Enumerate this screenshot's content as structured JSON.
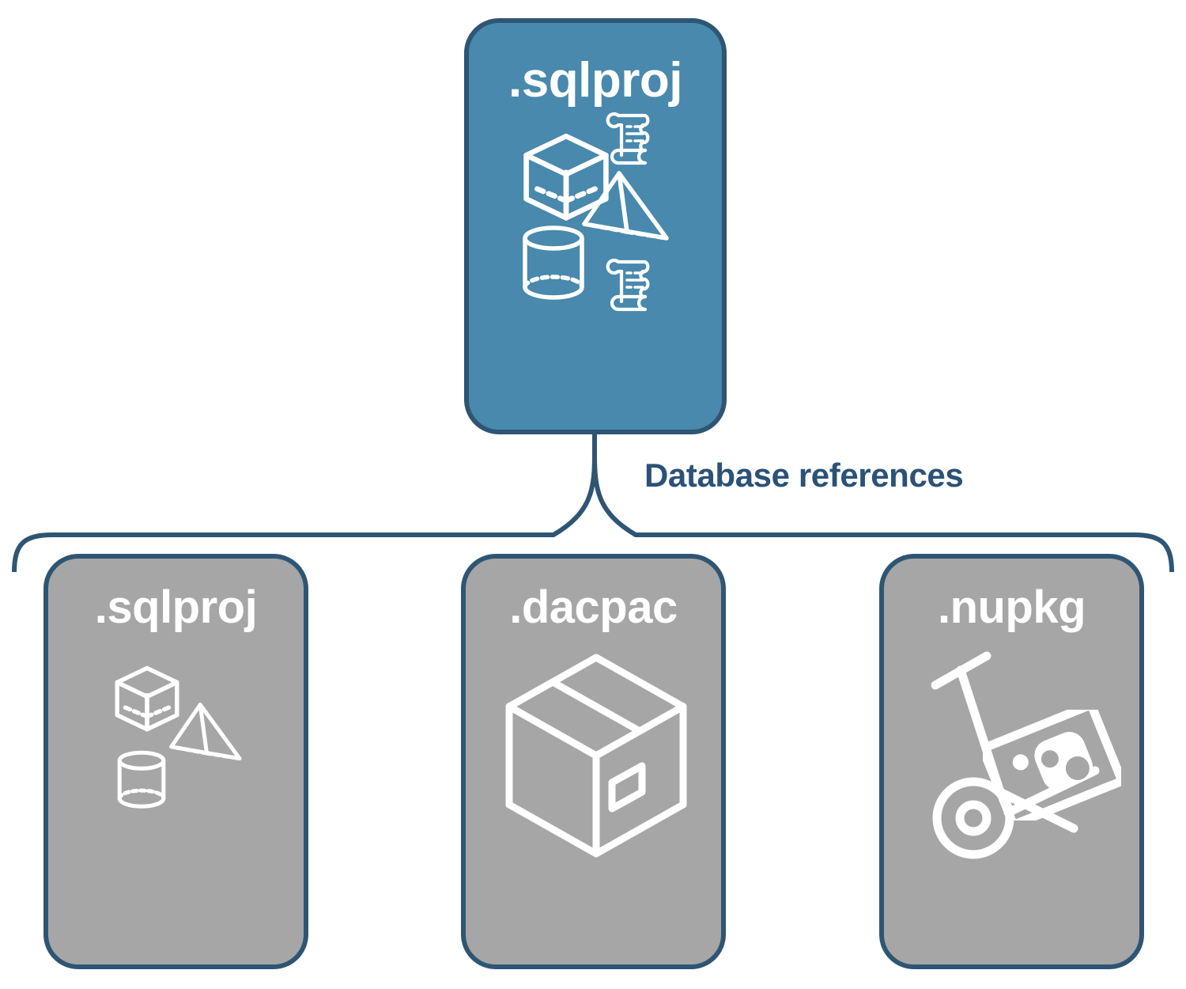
{
  "diagram": {
    "title": "Database references",
    "colors": {
      "primary_card_fill": "#4889ad",
      "secondary_card_fill": "#a6a6a6",
      "card_border": "#2f5574",
      "label_text": "#2b5277",
      "icon_stroke": "#ffffff",
      "background": "#ffffff"
    },
    "connector_label": "Database references"
  },
  "top_card": {
    "title": ".sqlproj",
    "fill": "primary",
    "icons": [
      "cube-icon",
      "scroll-icon",
      "pyramid-icon",
      "cylinder-icon",
      "scroll-icon"
    ]
  },
  "reference_cards": [
    {
      "title": ".sqlproj",
      "fill": "secondary",
      "icons": [
        "cube-icon",
        "pyramid-icon",
        "cylinder-icon"
      ]
    },
    {
      "title": ".dacpac",
      "fill": "secondary",
      "icons": [
        "package-box-icon"
      ]
    },
    {
      "title": ".nupkg",
      "fill": "secondary",
      "icons": [
        "hand-truck-icon",
        "nuget-package-icon"
      ]
    }
  ]
}
